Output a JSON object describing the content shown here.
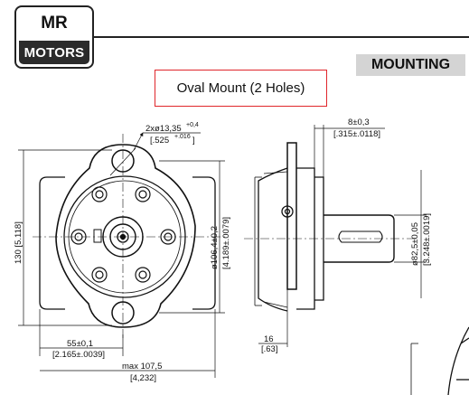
{
  "brand": {
    "line1": "MR",
    "line2": "MOTORS"
  },
  "section_title": "MOUNTING",
  "variant_label": "Oval Mount (2 Holes)",
  "dims": {
    "hole_dia": "2xø13,35",
    "hole_tol": "+0,4",
    "hole_in": "[.525",
    "hole_in_tol": "+.016",
    "hole_in_close": "]",
    "height_total": "130 [5.118]",
    "pilot_dia_mm": "ø106,4±0,2",
    "pilot_dia_in": "[4.189±.0079]",
    "flange_thk_mm": "8±0,3",
    "flange_thk_in": "[.315±.0118]",
    "shaft_dia_mm": "ø82,5±0,05",
    "shaft_dia_in": "[3.248±.0019]",
    "flange_off_mm": "16",
    "flange_off_in": "[.63]",
    "center_off_mm": "55±0,1",
    "center_off_in": "[2.165±.0039]",
    "width_max_mm": "max 107,5",
    "width_max_in": "[4,232]"
  }
}
